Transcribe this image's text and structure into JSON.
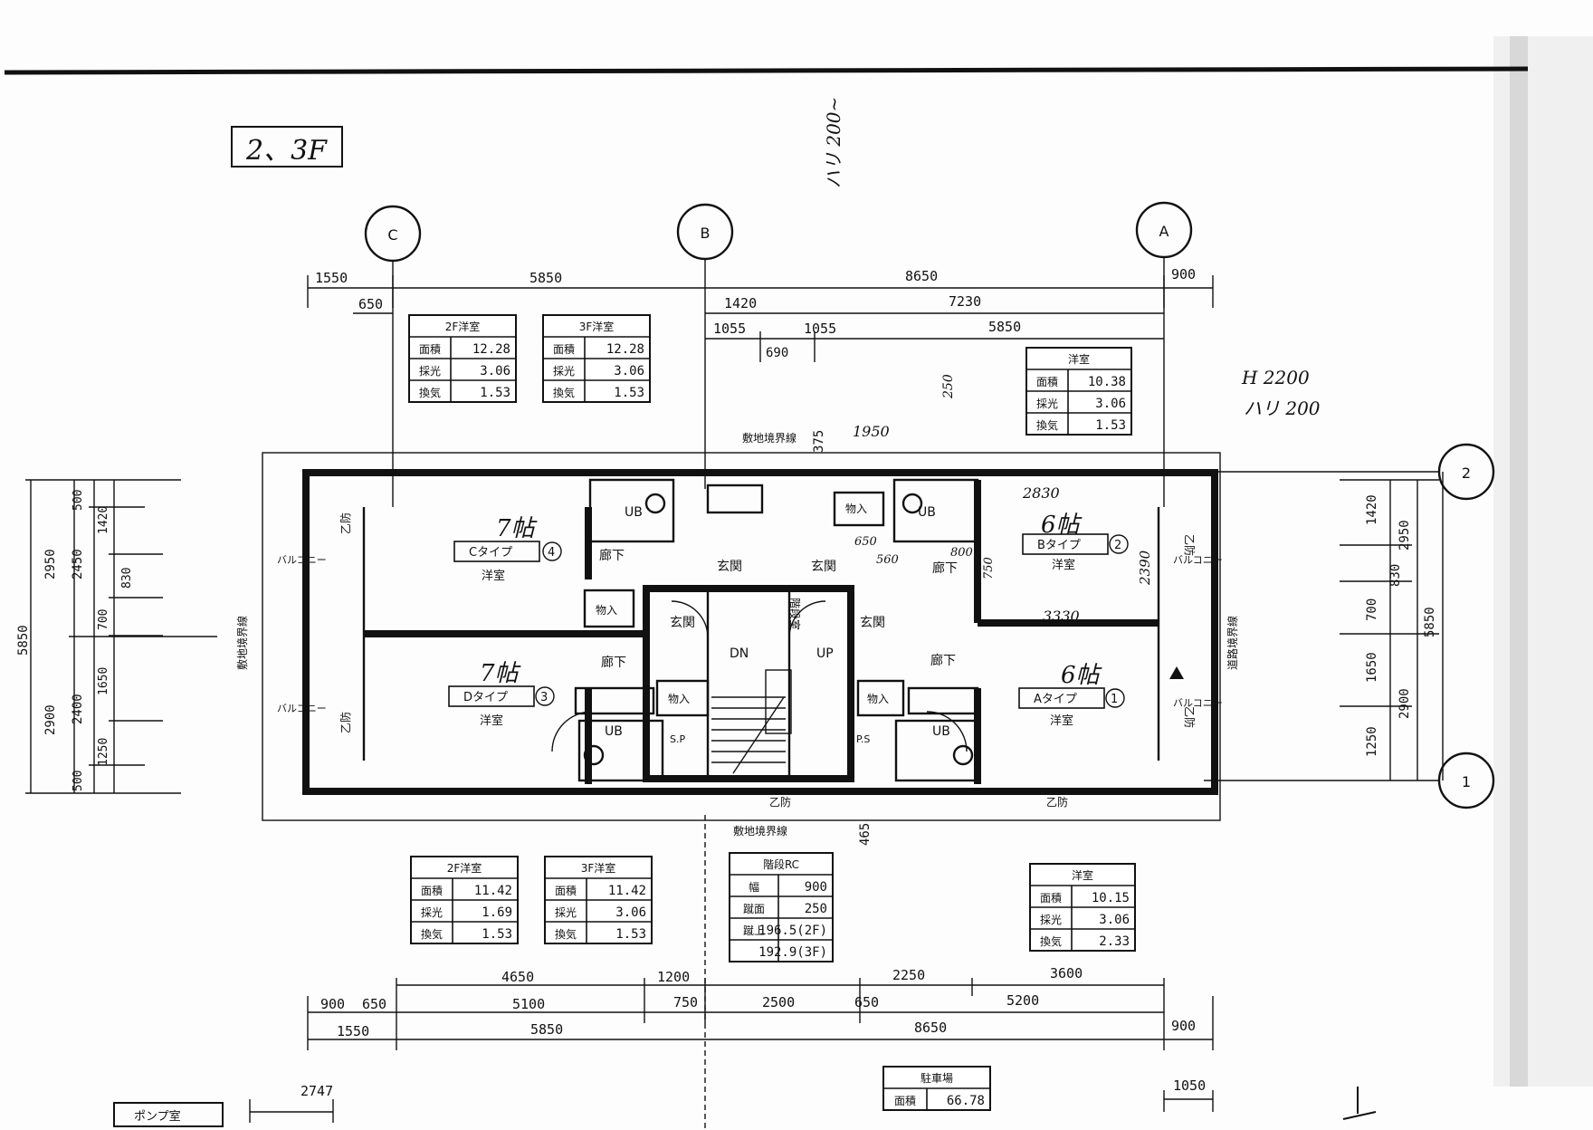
{
  "title": "2、3F",
  "grid": {
    "c": "C",
    "b": "B",
    "a": "A",
    "row2": "2",
    "row1": "1"
  },
  "dims_top": {
    "d1550": "1550",
    "d5850": "5850",
    "d8650": "8650",
    "d900": "900",
    "d650": "650",
    "d1420": "1420",
    "d7230": "7230",
    "d1055a": "1055",
    "d1055b": "1055",
    "d5850b": "5850",
    "d690": "690",
    "d375": "375"
  },
  "dims_bottom": {
    "d4650": "4650",
    "d1200": "1200",
    "d2250": "2250",
    "d3600": "3600",
    "d900": "900",
    "d650": "650",
    "d5100": "5100",
    "d750": "750",
    "d2500": "2500",
    "d650b": "650",
    "d5200": "5200",
    "d1550": "1550",
    "d5850": "5850",
    "d8650": "8650",
    "d900b": "900",
    "d465": "465",
    "d2747": "2747",
    "d1050": "1050"
  },
  "dims_left": {
    "d5850": "5850",
    "d2950": "2950",
    "d2900": "2900",
    "d2450": "2450",
    "d2400": "2400",
    "d500a": "500",
    "d1420": "1420",
    "d830": "830",
    "d700": "700",
    "d1650": "1650",
    "d1250": "1250",
    "d500b": "500"
  },
  "dims_right": {
    "d1420": "1420",
    "d830": "830",
    "d700": "700",
    "d1650": "1650",
    "d1250": "1250",
    "d2950": "2950",
    "d2900": "2900",
    "d5850": "5850"
  },
  "boundary": {
    "top": "敷地境界線",
    "bottom": "敷地境界線",
    "left": "敷地境界線",
    "right": "道路境界線"
  },
  "rooms": {
    "c": {
      "type": "Cタイプ",
      "num": "4",
      "name": "洋室",
      "hand": "7帖"
    },
    "b": {
      "type": "Bタイプ",
      "num": "2",
      "name": "洋室",
      "hand": "6帖"
    },
    "d": {
      "type": "Dタイプ",
      "num": "3",
      "name": "洋室",
      "hand": "7帖"
    },
    "a": {
      "type": "Aタイプ",
      "num": "1",
      "name": "洋室",
      "hand": "6帖"
    }
  },
  "labels": {
    "corridor": "廊下",
    "entry": "玄関",
    "storage": "物入",
    "ub": "UB",
    "ps": "S.P",
    "ps2": "P.S",
    "balcony": "バルコニー",
    "fire": "乙防",
    "dn": "DN",
    "up": "UP",
    "hall": "階段室",
    "pump": "ポンプ室"
  },
  "tables": {
    "t2f_top": {
      "head": "2F洋室",
      "rows": [
        [
          "面積",
          "12.28"
        ],
        [
          "採光",
          "3.06"
        ],
        [
          "換気",
          "1.53"
        ]
      ]
    },
    "t3f_top": {
      "head": "3F洋室",
      "rows": [
        [
          "面積",
          "12.28"
        ],
        [
          "採光",
          "3.06"
        ],
        [
          "換気",
          "1.53"
        ]
      ]
    },
    "tr_top": {
      "head": "洋室",
      "rows": [
        [
          "面積",
          "10.38"
        ],
        [
          "採光",
          "3.06"
        ],
        [
          "換気",
          "1.53"
        ]
      ]
    },
    "t2f_bot": {
      "head": "2F洋室",
      "rows": [
        [
          "面積",
          "11.42"
        ],
        [
          "採光",
          "1.69"
        ],
        [
          "換気",
          "1.53"
        ]
      ]
    },
    "t3f_bot": {
      "head": "3F洋室",
      "rows": [
        [
          "面積",
          "11.42"
        ],
        [
          "採光",
          "3.06"
        ],
        [
          "換気",
          "1.53"
        ]
      ]
    },
    "tr_bot": {
      "head": "洋室",
      "rows": [
        [
          "面積",
          "10.15"
        ],
        [
          "採光",
          "3.06"
        ],
        [
          "換気",
          "2.33"
        ]
      ]
    },
    "stair": {
      "head": "階段RC",
      "rows": [
        [
          "幅",
          "900"
        ],
        [
          "蹴面",
          "250"
        ],
        [
          "蹴上",
          "196.5(2F)"
        ],
        [
          "",
          "192.9(3F)"
        ]
      ]
    },
    "parking": {
      "head": "駐車場",
      "rows": [
        [
          "面積",
          "66.78"
        ]
      ]
    }
  },
  "notes": {
    "n1": "H 2200",
    "n2": "ハリ 200",
    "n3": "ハリ 200~",
    "n4": "2830",
    "n5": "3330",
    "n6": "2390",
    "n7": "1950",
    "n8": "250",
    "n9": "650",
    "n10": "560",
    "n11": "800",
    "n12": "750"
  }
}
